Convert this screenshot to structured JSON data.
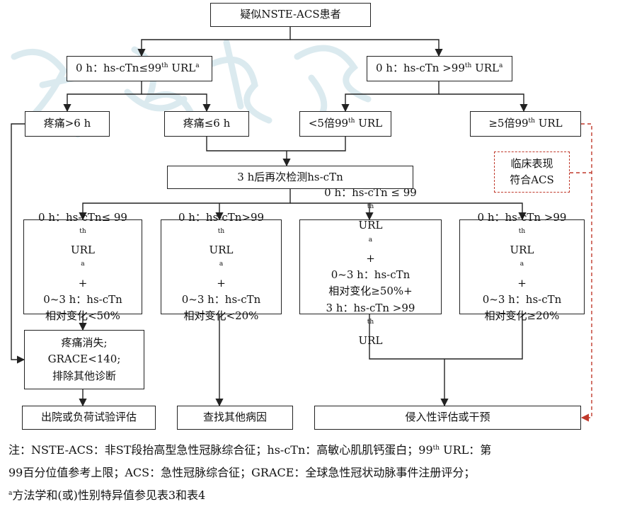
{
  "boxes": {
    "start": "疑似NSTE-ACS患者",
    "low0h": {
      "pre": "0 h：hs-cTn≤99",
      "sup": "th",
      "post": " URL",
      "sup2": "a"
    },
    "high0h": {
      "pre": "0 h：hs-cTn >99",
      "sup": "th",
      "post": " URL",
      "sup2": "a"
    },
    "pain_gt6": "疼痛>6 h",
    "pain_le6": "疼痛≤6 h",
    "lt5x": {
      "pre": "<5倍99",
      "sup": "th",
      "post": " URL"
    },
    "ge5x": {
      "pre": "≥5倍99",
      "sup": "th",
      "post": " URL"
    },
    "clinical": [
      "临床表现",
      "符合ACS"
    ],
    "retest": "3 h后再次检测hs-cTn",
    "c1": {
      "l1": "0 h：hs-cTn≤ 99",
      "l1sup": "th",
      "l2": "URL",
      "l2sup": "a",
      "l2post": "+",
      "l3": "0~3 h：hs-cTn",
      "l4": "相对变化<50%"
    },
    "c2": {
      "l1": "0 h：hs-cTn>99",
      "l1sup": "th",
      "l2": "URL",
      "l2sup": "a",
      "l2post": "+",
      "l3": "0~3 h：hs-cTn",
      "l4": "相对变化<20%"
    },
    "c3": {
      "l1": "0 h：hs-cTn ≤ 99",
      "l1sup": "th",
      "l2": "URL",
      "l2sup": "a",
      "l2post": "+",
      "l3": "0~3 h：hs-cTn",
      "l4": "相对变化≥50%+",
      "l5pre": "3 h：hs-cTn >99",
      "l5sup": "th",
      "l5post": " URL"
    },
    "c4": {
      "l1": "0 h：hs-cTn >99",
      "l1sup": "th",
      "l2": "URL",
      "l2sup": "a",
      "l2post": "+",
      "l3": "0~3 h：hs-cTn",
      "l4": "相对变化≥20%"
    },
    "relief": [
      "疼痛消失;",
      "GRACE<140;",
      "排除其他诊断"
    ],
    "out_discharge": "出院或负荷试验评估",
    "out_other": "查找其他病因",
    "out_invasive": "侵入性评估或干预"
  },
  "note": {
    "line1a": "注：NSTE-ACS：非ST段抬高型急性冠脉综合征；hs-cTn：高敏心肌肌钙蛋白；99",
    "line1sup": "th",
    "line1b": " URL：第",
    "line2": "99百分位值参考上限；ACS：急性冠脉综合征；GRACE：全球急性冠状动脉事件注册评分；",
    "line3sup": "a",
    "line3": "方法学和(或)性别特异值参见表3和表4"
  },
  "colors": {
    "line": "#222222",
    "dashed": "#c0392b",
    "watermark": "#cfe3ea"
  }
}
